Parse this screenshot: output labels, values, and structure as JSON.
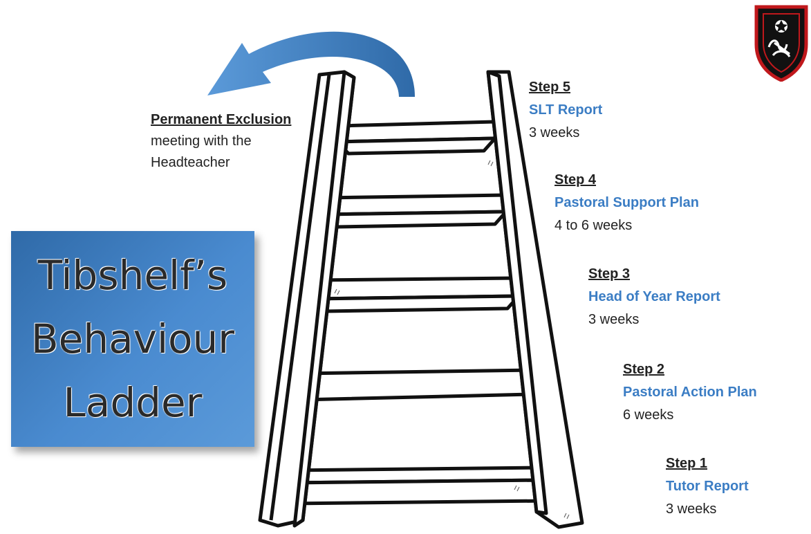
{
  "title": {
    "lines": [
      "Tibshelf’s",
      "Behaviour",
      "Ladder"
    ]
  },
  "exclusion": {
    "heading": "Permanent Exclusion",
    "line1": "meeting with the",
    "line2": "Headteacher"
  },
  "steps": [
    {
      "heading": "Step 5",
      "name": "SLT Report",
      "duration": "3 weeks"
    },
    {
      "heading": "Step 4",
      "name": "Pastoral Support Plan",
      "duration": "4 to 6 weeks"
    },
    {
      "heading": "Step 3",
      "name": "Head of Year Report",
      "duration": "3 weeks"
    },
    {
      "heading": "Step 2",
      "name": "Pastoral Action Plan",
      "duration": "6 weeks"
    },
    {
      "heading": "Step 1",
      "name": "Tutor Report",
      "duration": "3 weeks"
    }
  ],
  "colors": {
    "accent_blue": "#3b7dc4",
    "arrow_blue": "#4d8fd6",
    "crest_red": "#c0181c",
    "crest_black": "#111111"
  },
  "icons": {
    "arrow": "curved-arrow-icon",
    "crest": "school-crest-icon"
  }
}
